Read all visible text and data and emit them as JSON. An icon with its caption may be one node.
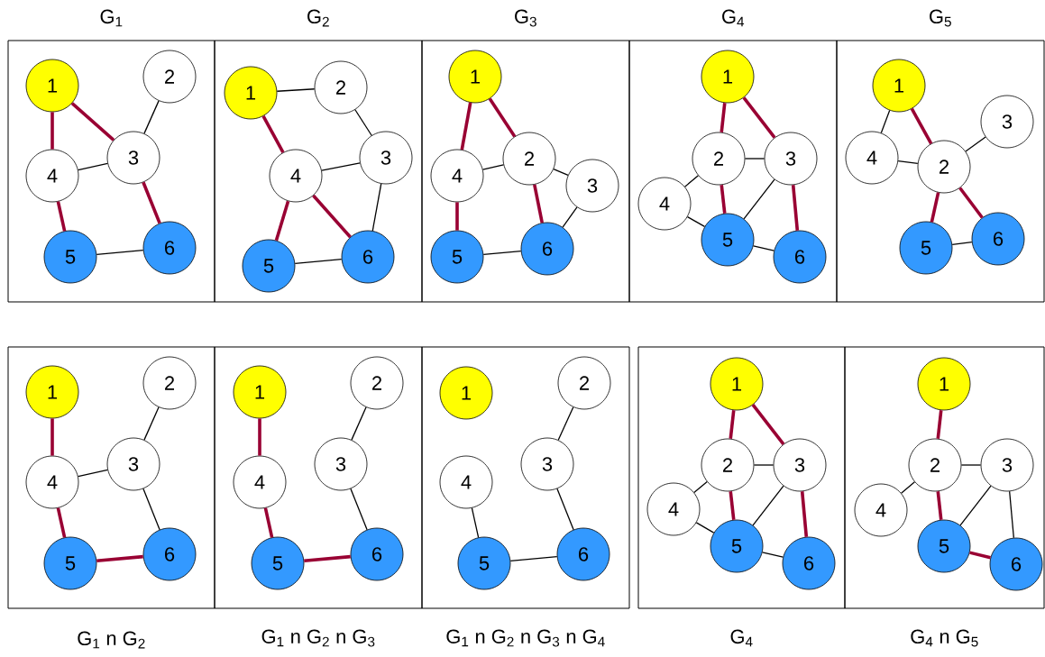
{
  "diagram": {
    "nodes": [
      {
        "text": [
          "G$_{1}$"
        ]
      },
      {
        "text": [
          "1"
        ],
        "in": 0
      },
      {
        "text": [
          "2"
        ],
        "in": 0
      },
      {
        "text": [
          "3"
        ],
        "in": 0
      },
      {
        "text": [
          "4"
        ],
        "in": 0
      },
      {
        "text": [
          "5"
        ],
        "in": 0
      },
      {
        "text": [
          "6"
        ],
        "in": 0
      },
      {
        "text": [
          "G$_{2}$"
        ]
      },
      {
        "text": [
          "1"
        ],
        "in": 7
      },
      {
        "text": [
          "2"
        ],
        "in": 7
      },
      {
        "text": [
          "3"
        ],
        "in": 7
      },
      {
        "text": [
          "4"
        ],
        "in": 7
      },
      {
        "text": [
          "5"
        ],
        "in": 7
      },
      {
        "text": [
          "6"
        ],
        "in": 7
      },
      {
        "text": [
          "G$_{3}$"
        ]
      },
      {
        "text": [
          "1"
        ],
        "in": 14
      },
      {
        "text": [
          "2"
        ],
        "in": 14
      },
      {
        "text": [
          "3"
        ],
        "in": 14
      },
      {
        "text": [
          "4"
        ],
        "in": 14
      },
      {
        "text": [
          "5"
        ],
        "in": 14
      },
      {
        "text": [
          "6"
        ],
        "in": 14
      },
      {
        "text": [
          "G$_{4}$"
        ]
      },
      {
        "text": [
          "1"
        ],
        "in": 21
      },
      {
        "text": [
          "2"
        ],
        "in": 21
      },
      {
        "text": [
          "3"
        ],
        "in": 21
      },
      {
        "text": [
          "4"
        ],
        "in": 21
      },
      {
        "text": [
          "5"
        ],
        "in": 21
      },
      {
        "text": [
          "6"
        ],
        "in": 21
      },
      {
        "text": [
          "G$_{5}$"
        ]
      },
      {
        "text": [
          "1"
        ],
        "in": 28
      },
      {
        "text": [
          "2"
        ],
        "in": 28
      },
      {
        "text": [
          "3"
        ],
        "in": 28
      },
      {
        "text": [
          "4"
        ],
        "in": 28
      },
      {
        "text": [
          "5"
        ],
        "in": 28
      },
      {
        "text": [
          "6"
        ],
        "in": 28
      },
      {
        "text": [
          "G$_{1}$ n G$_{2}$"
        ]
      },
      {
        "text": [
          "1"
        ],
        "in": 35
      },
      {
        "text": [
          "2"
        ],
        "in": 35
      },
      {
        "text": [
          "3"
        ],
        "in": 35
      },
      {
        "text": [
          "4"
        ],
        "in": 35
      },
      {
        "text": [
          "5"
        ],
        "in": 35
      },
      {
        "text": [
          "6"
        ],
        "in": 35
      },
      {
        "text": [
          "G$_{1}$ n G$_{2}$ n G$_{3}$"
        ]
      },
      {
        "text": [
          "1"
        ],
        "in": 42
      },
      {
        "text": [
          "2"
        ],
        "in": 42
      },
      {
        "text": [
          "3"
        ],
        "in": 42
      },
      {
        "text": [
          "4"
        ],
        "in": 42
      },
      {
        "text": [
          "5"
        ],
        "in": 42
      },
      {
        "text": [
          "6"
        ],
        "in": 42
      },
      {
        "text": [
          "G$_{1}$ n G$_{2}$ n G$_{3}$ n G$_{4}$"
        ]
      },
      {
        "text": [
          "1"
        ],
        "in": 49
      },
      {
        "text": [
          "2"
        ],
        "in": 49
      },
      {
        "text": [
          "3"
        ],
        "in": 49
      },
      {
        "text": [
          "4"
        ],
        "in": 49
      },
      {
        "text": [
          "5"
        ],
        "in": 49
      },
      {
        "text": [
          "6"
        ],
        "in": 49
      },
      {
        "text": [
          "G$_{4}$"
        ]
      },
      {
        "text": [
          "1"
        ],
        "in": 56
      },
      {
        "text": [
          "2"
        ],
        "in": 56
      },
      {
        "text": [
          "3"
        ],
        "in": 56
      },
      {
        "text": [
          "4"
        ],
        "in": 56
      },
      {
        "text": [
          "5"
        ],
        "in": 56
      },
      {
        "text": [
          "6"
        ],
        "in": 56
      },
      {
        "text": [
          "G$_{4}$ n G$_{5}$"
        ]
      },
      {
        "text": [
          "1"
        ],
        "in": 63
      },
      {
        "text": [
          "2"
        ],
        "in": 63
      },
      {
        "text": [
          "3"
        ],
        "in": 63
      },
      {
        "text": [
          "4"
        ],
        "in": 63
      },
      {
        "text": [
          "5"
        ],
        "in": 63
      },
      {
        "text": [
          "6"
        ],
        "in": 63
      }
    ],
    "edges": [
      {
        "from": 1,
        "to": 4,
        "arrow": "none",
        "style": "thick",
        "color": "#990033"
      },
      {
        "from": 1,
        "to": 3,
        "arrow": "none",
        "style": "thick",
        "color": "#990033"
      },
      {
        "from": 2,
        "to": 3,
        "arrow": "none"
      },
      {
        "from": 4,
        "to": 3,
        "arrow": "none"
      },
      {
        "from": 4,
        "to": 5,
        "arrow": "none",
        "style": "thick",
        "color": "#990033"
      },
      {
        "from": 3,
        "to": 6,
        "arrow": "none",
        "style": "thick",
        "color": "#990033"
      },
      {
        "from": 5,
        "to": 6,
        "arrow": "none"
      },
      {
        "from": 8,
        "to": 9,
        "arrow": "none"
      },
      {
        "from": 8,
        "to": 11,
        "arrow": "none",
        "style": "thick",
        "color": "#990033"
      },
      {
        "from": 9,
        "to": 10,
        "arrow": "none"
      },
      {
        "from": 11,
        "to": 10,
        "arrow": "none"
      },
      {
        "from": 11,
        "to": 12,
        "arrow": "none",
        "style": "thick",
        "color": "#990033"
      },
      {
        "from": 11,
        "to": 13,
        "arrow": "none",
        "style": "thick",
        "color": "#990033"
      },
      {
        "from": 10,
        "to": 13,
        "arrow": "none"
      },
      {
        "from": 12,
        "to": 13,
        "arrow": "none"
      },
      {
        "from": 15,
        "to": 18,
        "arrow": "none",
        "style": "thick",
        "color": "#990033"
      },
      {
        "from": 15,
        "to": 16,
        "arrow": "none",
        "style": "thick",
        "color": "#990033"
      },
      {
        "from": 18,
        "to": 16,
        "arrow": "none"
      },
      {
        "from": 16,
        "to": 17,
        "arrow": "none"
      },
      {
        "from": 16,
        "to": 20,
        "arrow": "none",
        "style": "thick",
        "color": "#990033"
      },
      {
        "from": 18,
        "to": 19,
        "arrow": "none",
        "style": "thick",
        "color": "#990033"
      },
      {
        "from": 19,
        "to": 20,
        "arrow": "none"
      },
      {
        "from": 17,
        "to": 20,
        "arrow": "none"
      },
      {
        "from": 22,
        "to": 23,
        "arrow": "none",
        "style": "thick",
        "color": "#990033"
      },
      {
        "from": 22,
        "to": 24,
        "arrow": "none",
        "style": "thick",
        "color": "#990033"
      },
      {
        "from": 23,
        "to": 24,
        "arrow": "none"
      },
      {
        "from": 25,
        "to": 23,
        "arrow": "none"
      },
      {
        "from": 23,
        "to": 26,
        "arrow": "none",
        "style": "thick",
        "color": "#990033"
      },
      {
        "from": 24,
        "to": 26,
        "arrow": "none"
      },
      {
        "from": 24,
        "to": 27,
        "arrow": "none",
        "style": "thick",
        "color": "#990033"
      },
      {
        "from": 25,
        "to": 26,
        "arrow": "none"
      },
      {
        "from": 26,
        "to": 27,
        "arrow": "none"
      },
      {
        "from": 29,
        "to": 32,
        "arrow": "none"
      },
      {
        "from": 29,
        "to": 30,
        "arrow": "none",
        "style": "thick",
        "color": "#990033"
      },
      {
        "from": 32,
        "to": 30,
        "arrow": "none"
      },
      {
        "from": 30,
        "to": 31,
        "arrow": "none"
      },
      {
        "from": 30,
        "to": 33,
        "arrow": "none",
        "style": "thick",
        "color": "#990033"
      },
      {
        "from": 30,
        "to": 34,
        "arrow": "none",
        "style": "thick",
        "color": "#990033"
      },
      {
        "from": 33,
        "to": 34,
        "arrow": "none"
      },
      {
        "from": 36,
        "to": 39,
        "arrow": "none",
        "style": "thick",
        "color": "#990033"
      },
      {
        "from": 37,
        "to": 38,
        "arrow": "none"
      },
      {
        "from": 39,
        "to": 38,
        "arrow": "none"
      },
      {
        "from": 39,
        "to": 40,
        "arrow": "none",
        "style": "thick",
        "color": "#990033"
      },
      {
        "from": 38,
        "to": 41,
        "arrow": "none"
      },
      {
        "from": 40,
        "to": 41,
        "arrow": "none",
        "style": "thick",
        "color": "#990033"
      },
      {
        "from": 43,
        "to": 46,
        "arrow": "none",
        "style": "thick",
        "color": "#990033"
      },
      {
        "from": 44,
        "to": 45,
        "arrow": "none"
      },
      {
        "from": 45,
        "to": 48,
        "arrow": "none"
      },
      {
        "from": 46,
        "to": 47,
        "arrow": "none",
        "style": "thick",
        "color": "#990033"
      },
      {
        "from": 47,
        "to": 48,
        "arrow": "none",
        "style": "thick",
        "color": "#990033"
      },
      {
        "from": 51,
        "to": 52,
        "arrow": "none"
      },
      {
        "from": 52,
        "to": 55,
        "arrow": "none"
      },
      {
        "from": 53,
        "to": 54,
        "arrow": "none"
      },
      {
        "from": 54,
        "to": 55,
        "arrow": "none"
      },
      {
        "from": 57,
        "to": 58,
        "arrow": "none",
        "style": "thick",
        "color": "#990033"
      },
      {
        "from": 57,
        "to": 59,
        "arrow": "none",
        "style": "thick",
        "color": "#990033"
      },
      {
        "from": 58,
        "to": 59,
        "arrow": "none"
      },
      {
        "from": 60,
        "to": 58,
        "arrow": "none"
      },
      {
        "from": 58,
        "to": 61,
        "arrow": "none",
        "style": "thick",
        "color": "#990033"
      },
      {
        "from": 59,
        "to": 61,
        "arrow": "none"
      },
      {
        "from": 59,
        "to": 62,
        "arrow": "none",
        "style": "thick",
        "color": "#990033"
      },
      {
        "from": 60,
        "to": 61,
        "arrow": "none"
      },
      {
        "from": 61,
        "to": 62,
        "arrow": "none"
      },
      {
        "from": 64,
        "to": 65,
        "arrow": "none",
        "style": "thick",
        "color": "#990033"
      },
      {
        "from": 65,
        "to": 66,
        "arrow": "none"
      },
      {
        "from": 67,
        "to": 65,
        "arrow": "none"
      },
      {
        "from": 65,
        "to": 68,
        "arrow": "none",
        "style": "thick",
        "color": "#990033"
      },
      {
        "from": 66,
        "to": 68,
        "arrow": "none"
      },
      {
        "from": 66,
        "to": 69,
        "arrow": "none"
      },
      {
        "from": 68,
        "to": 69,
        "arrow": "none",
        "style": "thick",
        "color": "#990033"
      }
    ]
  }
}
